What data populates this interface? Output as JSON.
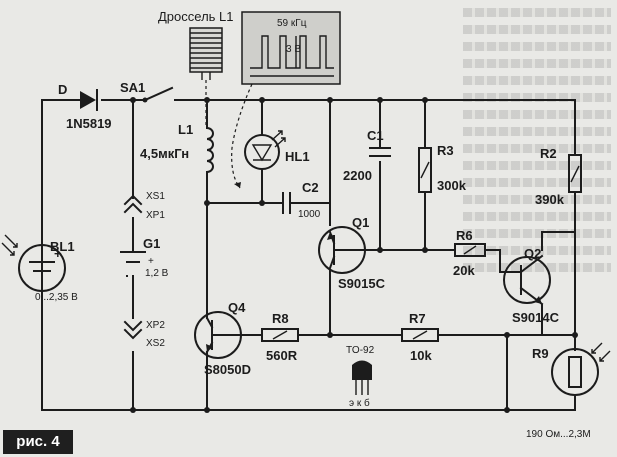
{
  "figure": {
    "label": "рис. 4"
  },
  "inset": {
    "choke_title": "Дроссель L1",
    "scope_freq": "59 кГц",
    "scope_amp": "3 В"
  },
  "components": {
    "D": {
      "ref": "D",
      "value": "1N5819"
    },
    "SA1": {
      "ref": "SA1"
    },
    "L1": {
      "ref": "L1",
      "value": "4,5мкГн"
    },
    "HL1": {
      "ref": "HL1"
    },
    "C1": {
      "ref": "C1",
      "value": "2200"
    },
    "R3": {
      "ref": "R3",
      "value": "300k"
    },
    "R2": {
      "ref": "R2",
      "value": "390k"
    },
    "C2": {
      "ref": "C2",
      "value": "1000"
    },
    "Q1": {
      "ref": "Q1",
      "value": "S9015C"
    },
    "R6": {
      "ref": "R6",
      "value": "20k"
    },
    "Q2": {
      "ref": "Q2",
      "value": "S9014C"
    },
    "BL1": {
      "ref": "BL1",
      "value": "0...2,35 В"
    },
    "G1": {
      "ref": "G1",
      "value": "1,2 В"
    },
    "XS1": {
      "ref": "XS1"
    },
    "XP1": {
      "ref": "XP1"
    },
    "XP2": {
      "ref": "XP2"
    },
    "XS2": {
      "ref": "XS2"
    },
    "Q4": {
      "ref": "Q4",
      "value": "S8050D"
    },
    "R8": {
      "ref": "R8",
      "value": "560R"
    },
    "R7": {
      "ref": "R7",
      "value": "10k"
    },
    "R9": {
      "ref": "R9",
      "value": "190 Ом...2,3М"
    },
    "package": {
      "name": "TO-92",
      "pins": "э к б"
    }
  },
  "polarity": {
    "plus": "+",
    "minus": "−"
  }
}
